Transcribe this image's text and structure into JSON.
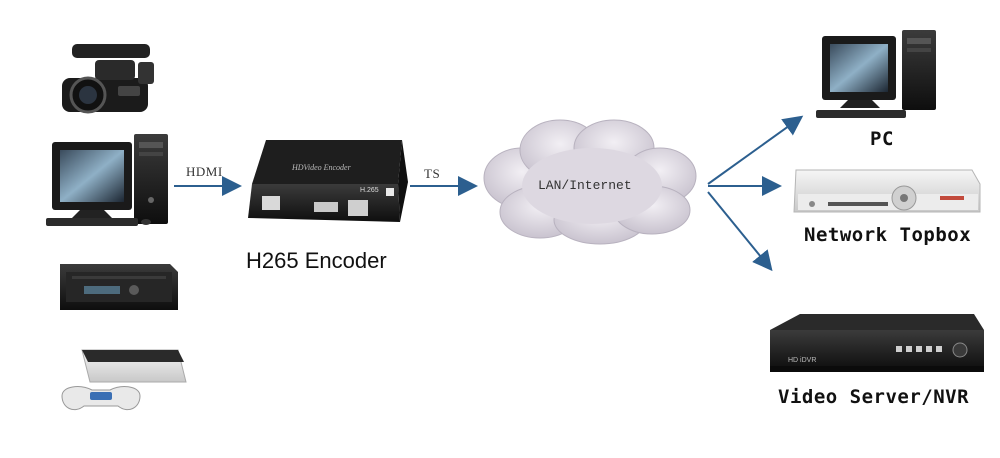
{
  "labels": {
    "hdmi": "HDMI",
    "ts": "TS",
    "cloud": "LAN/Internet",
    "encoder": "H265 Encoder",
    "pc": "PC",
    "topbox": "Network Topbox",
    "nvr": "Video Server/NVR"
  },
  "device_text": {
    "encoder_top": "HDVideo Encoder",
    "encoder_front": "H.265",
    "nvr_brand": "HD iDVR"
  },
  "colors": {
    "arrow": "#2c5f8f",
    "cloud": "#d8d3dd"
  },
  "icons": {
    "camcorder": "camcorder-icon",
    "desktop": "desktop-pc-icon",
    "console": "game-console-icon",
    "encoder": "encoder-box-icon",
    "cloud": "cloud-icon",
    "pc": "pc-icon",
    "topbox": "set-top-box-icon",
    "nvr": "nvr-icon"
  }
}
